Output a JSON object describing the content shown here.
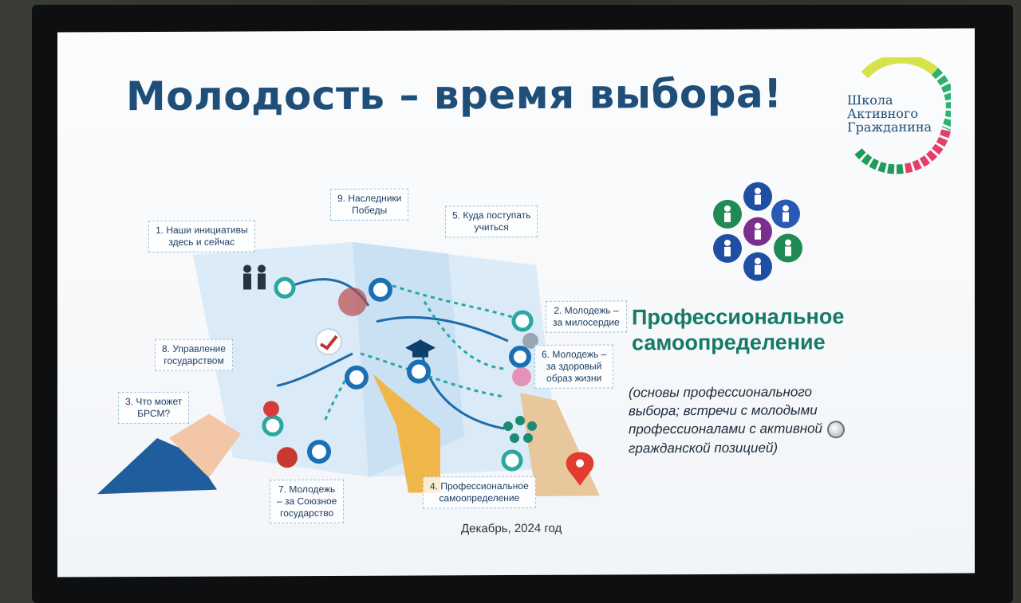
{
  "slide": {
    "title": "Молодость – время выбора!",
    "logo": {
      "line1": "Школа",
      "line2": "Активного",
      "line3": "Гражданина"
    },
    "map_labels": {
      "item1": "1. Наши инициативы\nздесь и сейчас",
      "item2": "2. Молодежь –\nза милосердие",
      "item3": "3. Что может\nБРСМ?",
      "item4": "4. Профессиональное\nсамоопределение",
      "item5": "5. Куда поступать\nучиться",
      "item6": "6. Молодежь –\nза здоровый\nобраз жизни",
      "item7": "7. Молодежь\n– за Союзное\nгосударство",
      "item8": "8. Управление\nгосударством",
      "item9": "9. Наследники\nПобеды"
    },
    "heading_line1": "Профессиональное",
    "heading_line2": "самоопределение",
    "description": {
      "line1": "(основы профессионального",
      "line2": "выбора; встречи с молодыми",
      "line3": "профессионалами с активной",
      "line4": "гражданской позицией)"
    },
    "footer": "Декабрь, 2024 год",
    "colors": {
      "title": "#1f4e79",
      "heading": "#157a66",
      "map_node": "#1a6fb5",
      "map_arrow": "#2aa7a0"
    },
    "icons": [
      "school-logo-icon",
      "people-circle-icon",
      "graduation-cap-icon",
      "map-pin-icon",
      "hand-icon"
    ]
  }
}
